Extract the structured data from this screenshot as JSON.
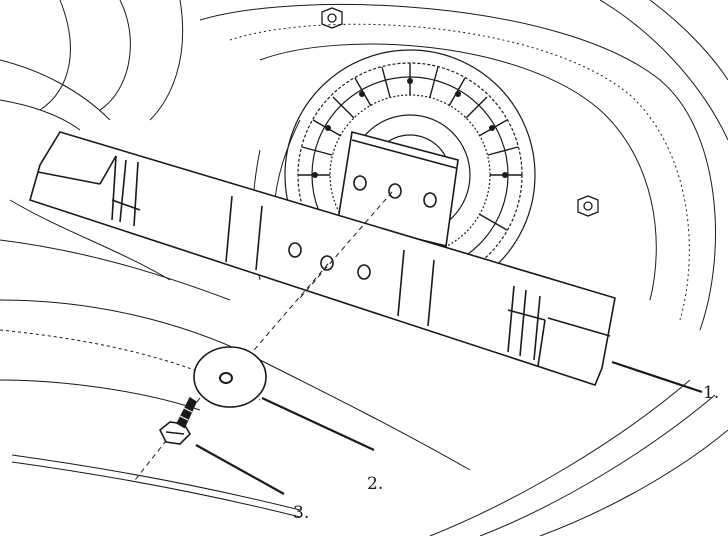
{
  "callouts": [
    {
      "id": "1",
      "label": "1."
    },
    {
      "id": "2",
      "label": "2."
    },
    {
      "id": "3",
      "label": "3."
    }
  ],
  "colors": {
    "line": "#1a1a1a",
    "background": "#ffffff"
  }
}
